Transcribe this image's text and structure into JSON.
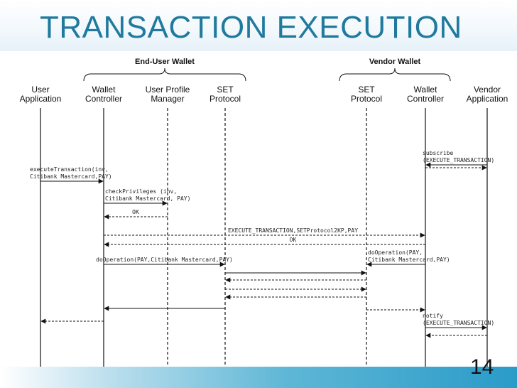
{
  "slide": {
    "title": "TRANSACTION EXECUTION",
    "page_number": "14"
  },
  "groups": {
    "end_user": "End-User Wallet",
    "vendor": "Vendor Wallet"
  },
  "participants": [
    {
      "id": "user_app",
      "line1": "User",
      "line2": "Application",
      "lifeline": "solid"
    },
    {
      "id": "eu_wallet_ctrl",
      "line1": "Wallet",
      "line2": "Controller",
      "lifeline": "solid"
    },
    {
      "id": "upm",
      "line1": "User Profile",
      "line2": "Manager",
      "lifeline": "dashed"
    },
    {
      "id": "eu_set",
      "line1": "SET",
      "line2": "Protocol",
      "lifeline": "dashed"
    },
    {
      "id": "v_set",
      "line1": "SET",
      "line2": "Protocol",
      "lifeline": "dashed"
    },
    {
      "id": "v_wallet_ctrl",
      "line1": "Wallet",
      "line2": "Controller",
      "lifeline": "solid"
    },
    {
      "id": "vendor_app",
      "line1": "Vendor",
      "line2": "Application",
      "lifeline": "solid"
    }
  ],
  "messages": [
    {
      "from": "vendor_app",
      "to": "v_wallet_ctrl",
      "style": "solid",
      "label": [
        "subscribe",
        "(EXECUTE_TRANSACTION)"
      ]
    },
    {
      "from": "v_wallet_ctrl",
      "to": "vendor_app",
      "style": "dashed",
      "label": []
    },
    {
      "from": "user_app",
      "to": "eu_wallet_ctrl",
      "style": "solid",
      "label": [
        "executeTransaction(inv,",
        "Citibank Mastercard,PAY)"
      ]
    },
    {
      "from": "eu_wallet_ctrl",
      "to": "upm",
      "style": "solid",
      "label": [
        "checkPrivileges (inv,",
        "Citibank Mastercard, PAY)"
      ]
    },
    {
      "from": "upm",
      "to": "eu_wallet_ctrl",
      "style": "dashed",
      "label": [
        "OK"
      ]
    },
    {
      "from": "eu_wallet_ctrl",
      "to": "v_wallet_ctrl",
      "style": "dashed",
      "label": [
        "EXECUTE_TRANSACTION,SETProtocol2KP,PAY"
      ]
    },
    {
      "from": "v_wallet_ctrl",
      "to": "eu_wallet_ctrl",
      "style": "dashed",
      "label": [
        "OK"
      ]
    },
    {
      "from": "eu_wallet_ctrl",
      "to": "eu_set",
      "style": "solid",
      "label": [
        "doOperation(PAY,Citibank Mastercard,PAY)"
      ]
    },
    {
      "from": "v_wallet_ctrl",
      "to": "v_set",
      "style": "solid",
      "label": [
        "doOperation(PAY,",
        "Citibank Mastercard,PAY)"
      ]
    },
    {
      "from": "eu_set",
      "to": "v_set",
      "style": "solid",
      "label": []
    },
    {
      "from": "v_set",
      "to": "eu_set",
      "style": "dashed",
      "label": []
    },
    {
      "from": "eu_set",
      "to": "v_set",
      "style": "dashed",
      "label": []
    },
    {
      "from": "v_set",
      "to": "eu_set",
      "style": "dashed",
      "label": []
    },
    {
      "from": "eu_set",
      "to": "eu_wallet_ctrl",
      "style": "solid",
      "label": []
    },
    {
      "from": "v_set",
      "to": "v_wallet_ctrl",
      "style": "dashed",
      "label": []
    },
    {
      "from": "eu_wallet_ctrl",
      "to": "user_app",
      "style": "dashed",
      "label": []
    },
    {
      "from": "v_wallet_ctrl",
      "to": "vendor_app",
      "style": "solid",
      "label": [
        "notify",
        "(EXECUTE_TRANSACTION)"
      ]
    },
    {
      "from": "vendor_app",
      "to": "v_wallet_ctrl",
      "style": "dashed",
      "label": []
    }
  ]
}
